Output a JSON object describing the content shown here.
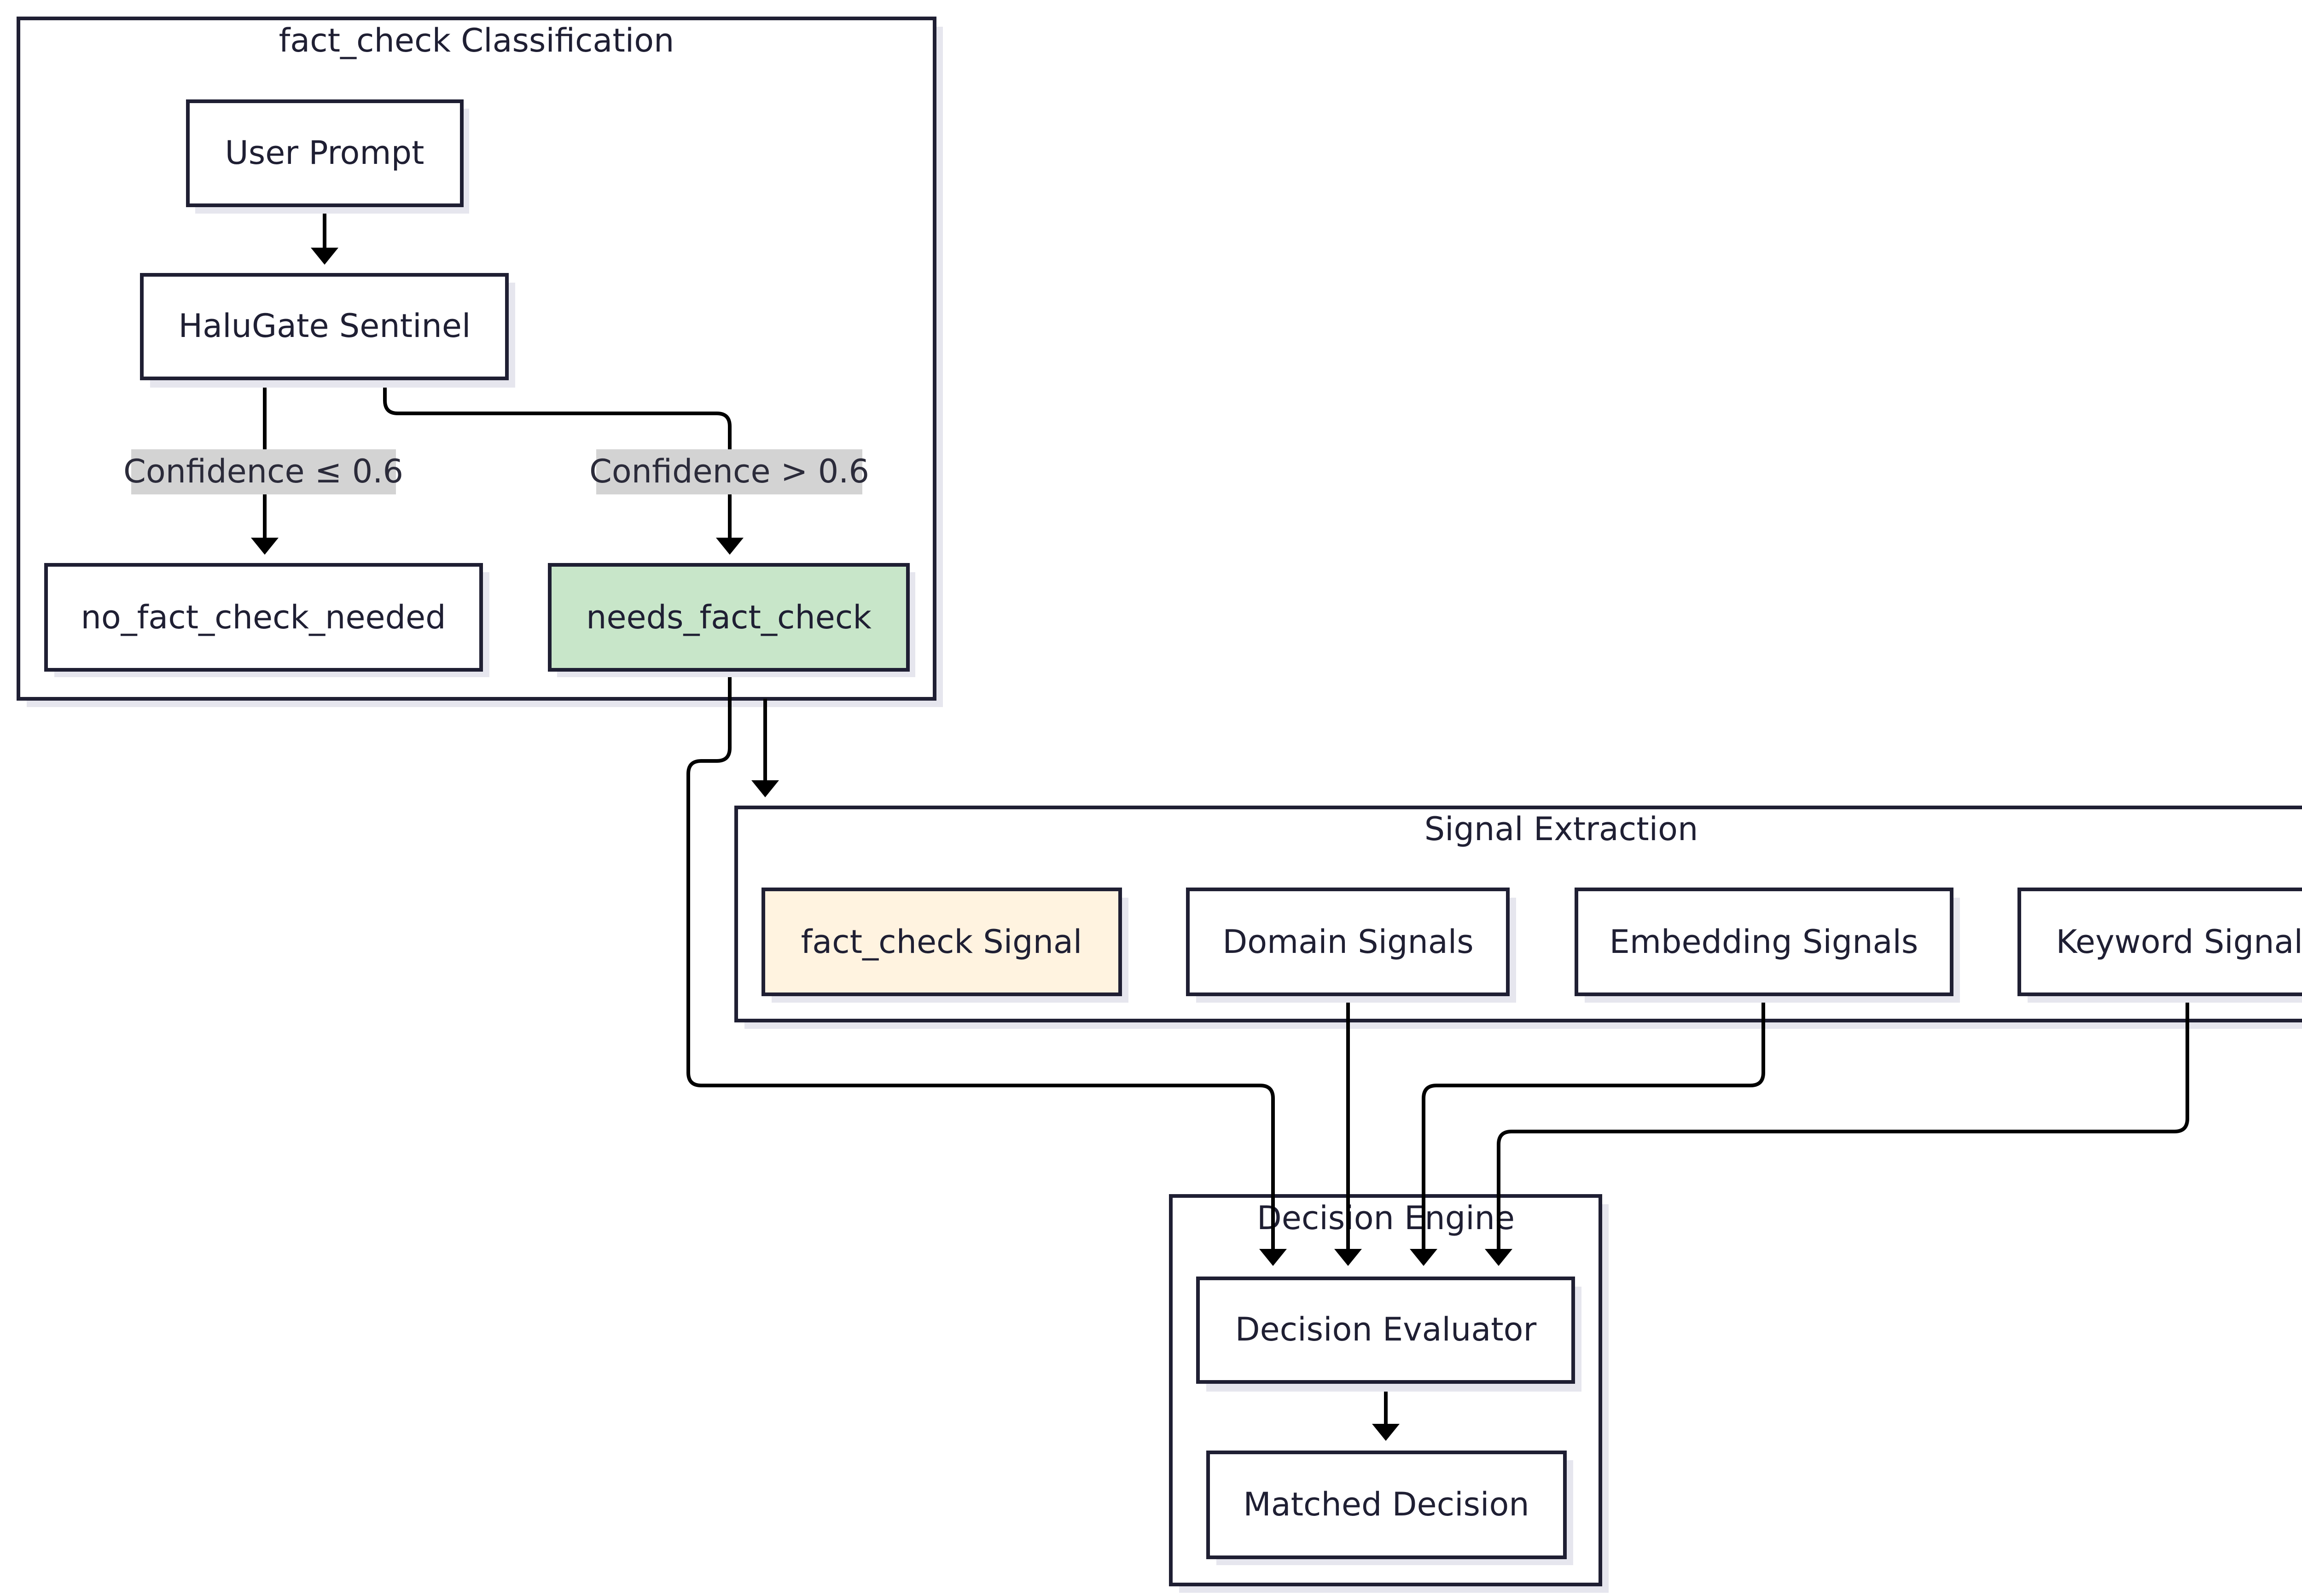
{
  "clusters": {
    "classification": {
      "title": "fact_check Classification"
    },
    "signals": {
      "title": "Signal Extraction"
    },
    "decision": {
      "title": "Decision Engine"
    }
  },
  "nodes": {
    "user_prompt": "User Prompt",
    "halugate": "HaluGate Sentinel",
    "no_fact_check": "no_fact_check_needed",
    "needs_fact_check": "needs_fact_check",
    "fact_check_signal": "fact_check Signal",
    "domain_signals": "Domain Signals",
    "embedding_signals": "Embedding Signals",
    "keyword_signals": "Keyword Signals",
    "decision_evaluator": "Decision Evaluator",
    "matched_decision": "Matched Decision"
  },
  "edge_labels": {
    "low_confidence": "Confidence ≤ 0.6",
    "high_confidence": "Confidence > 0.6"
  },
  "colors": {
    "needs_fact_check_fill": "#c8e6c9",
    "fact_check_signal_fill": "#fff3e0",
    "default_fill": "#ffffff",
    "border": "#1f1f33",
    "edge_label_bg": "#d3d3d3"
  }
}
